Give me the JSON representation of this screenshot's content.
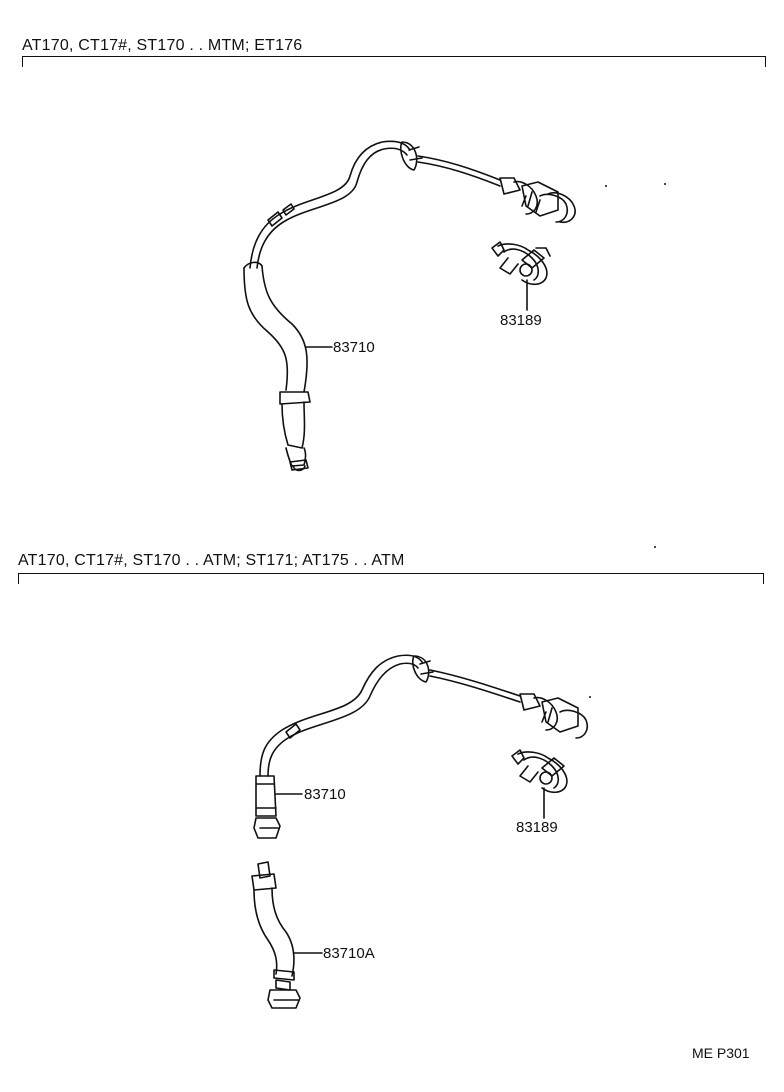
{
  "sections": [
    {
      "title": "AT170, CT17#, ST170 . . MTM; ET176",
      "parts": [
        {
          "number": "83710"
        },
        {
          "number": "83189"
        }
      ]
    },
    {
      "title": "AT170, CT17#, ST170 . . ATM; ST171; AT175 . . ATM",
      "parts": [
        {
          "number": "83710"
        },
        {
          "number": "83189"
        },
        {
          "number": "83710A"
        }
      ]
    }
  ],
  "page_code": "ME P301"
}
